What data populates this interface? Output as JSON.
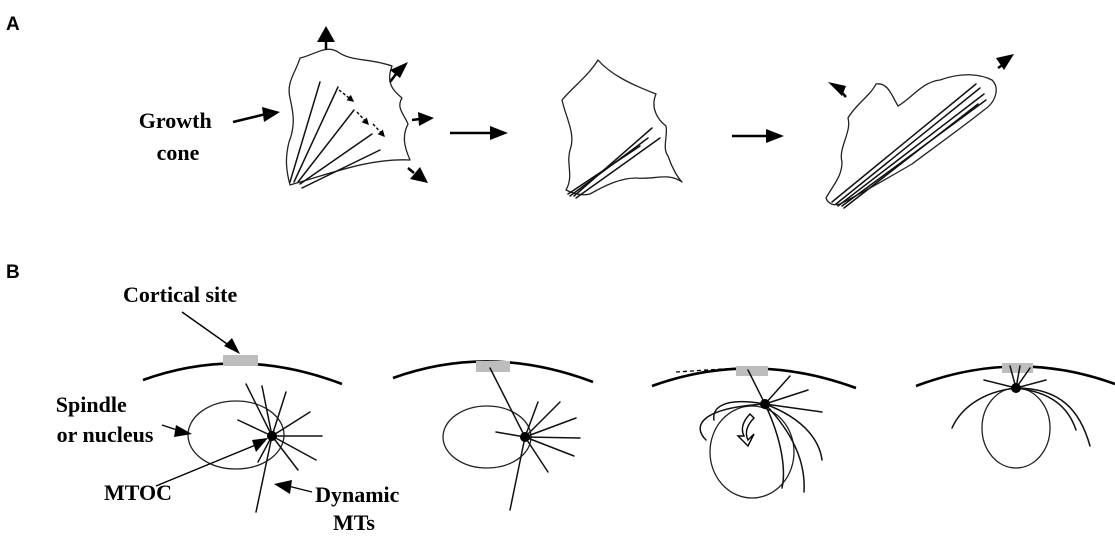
{
  "panels": {
    "a": {
      "letter": "A",
      "growth_cone_label": [
        "Growth",
        "cone"
      ]
    },
    "b": {
      "letter": "B",
      "cortical_site_label": "Cortical site",
      "spindle_label": [
        "Spindle",
        "or nucleus"
      ],
      "mtoc_label": "MTOC",
      "dynamic_mts_label": [
        "Dynamic",
        "MTs"
      ]
    }
  },
  "colors": {
    "line": "#000000",
    "cortical_site": "#bdbdbd"
  }
}
